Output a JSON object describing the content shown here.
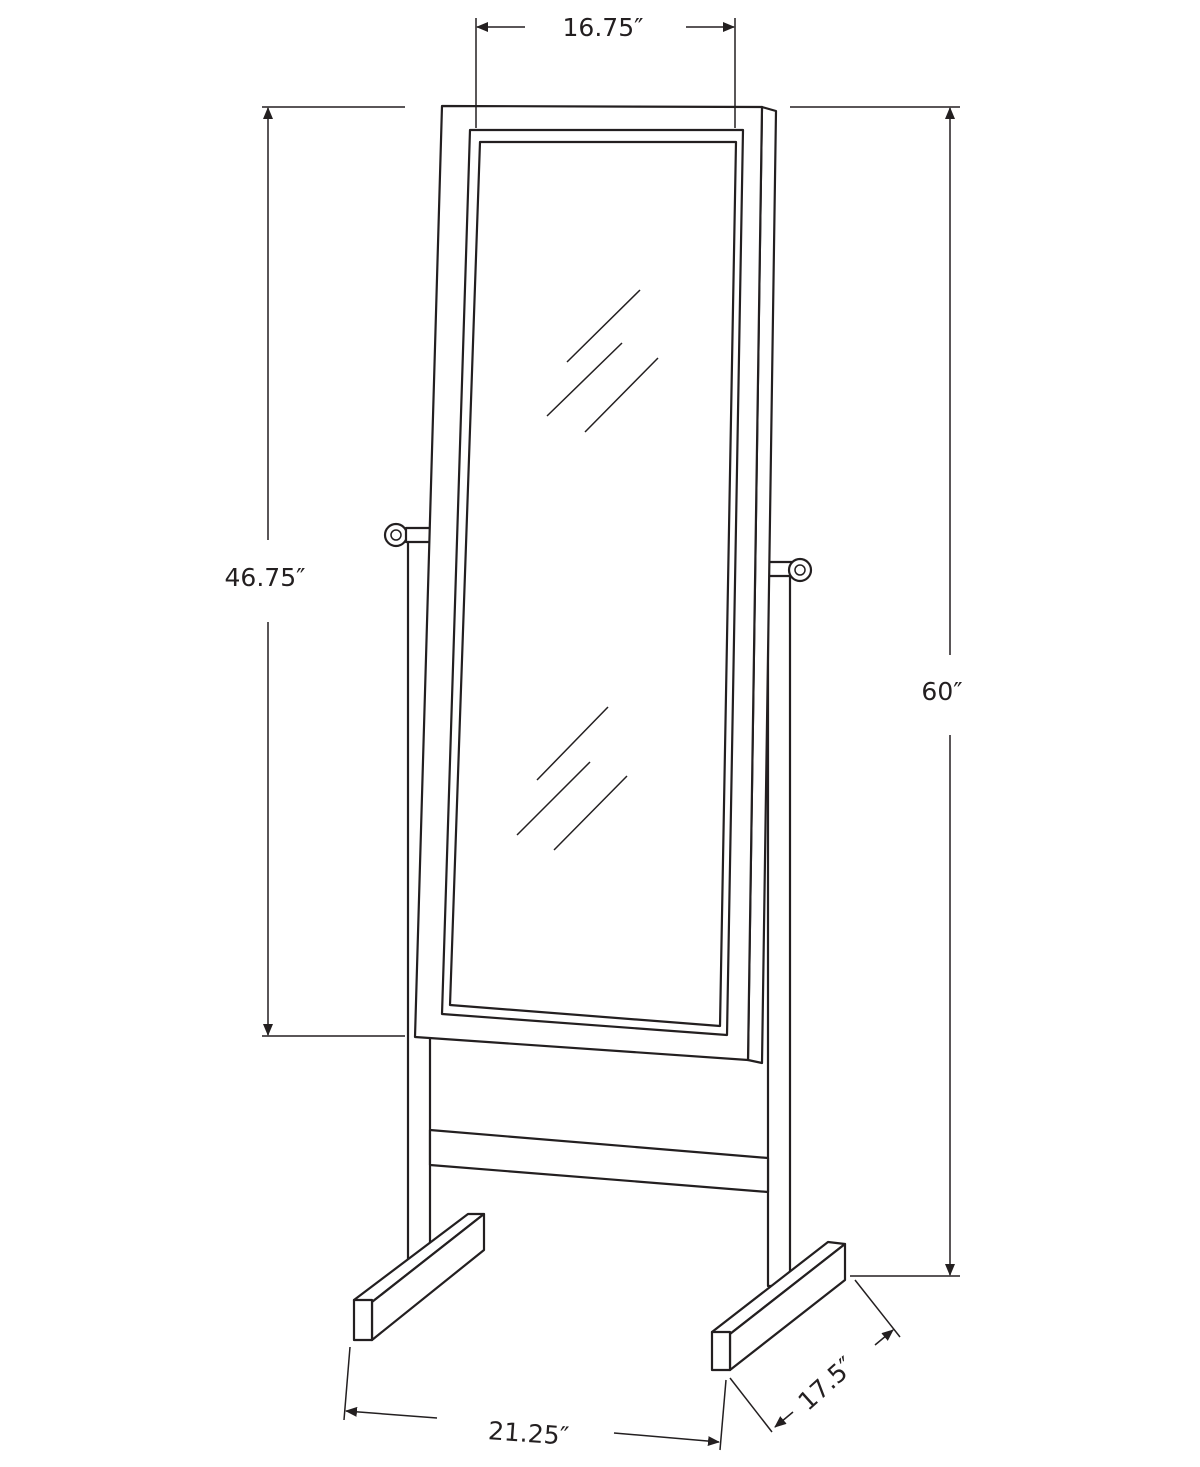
{
  "title": "Cheval mirror dimensions",
  "dimensions": {
    "mirror_width": "16.75″",
    "mirror_height": "46.75″",
    "overall_height": "60″",
    "overall_width": "21.25″",
    "overall_depth": "17.5″"
  },
  "colors": {
    "line": "#231f20",
    "background": "#ffffff"
  }
}
